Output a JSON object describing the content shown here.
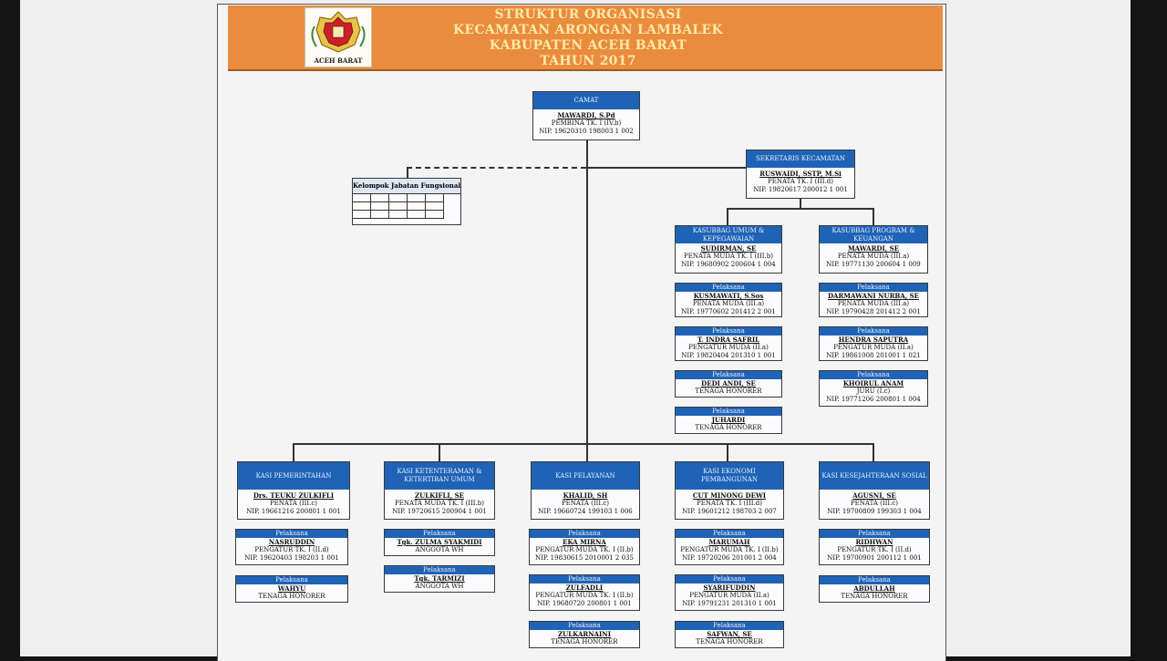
{
  "header": {
    "title_lines": [
      "STRUKTUR ORGANISASI",
      "KECAMATAN ARONGAN LAMBALEK",
      "KABUPATEN ACEH BARAT",
      "TAHUN 2017"
    ],
    "logo_label": "ACEH BARAT",
    "banner_color": "#ea8c3d",
    "box_header_color": "#1f63b6"
  },
  "camat": {
    "title": "CAMAT",
    "name": "MAWARDI, S.Pd",
    "rank": "PEMBINA TK. I (IV.b)",
    "nip": "NIP. 19620310 198003 1 002"
  },
  "fungsional": {
    "title": "Kelompok Jabatan Fungsional"
  },
  "sekretaris": {
    "title": "SEKRETARIS KECAMATAN",
    "name": "RUSWAIDI, SSTP, M.Si",
    "rank": "PENATA TK. I (III.d)",
    "nip": "NIP. 19820617 200012 1 001"
  },
  "kasubbag_umum": {
    "title": "KASUBBAG UMUM & KEPEGAWAIAN",
    "name": "SUDIRMAN, SE",
    "rank": "PENATA MUDA TK. I (III.b)",
    "nip": "NIP. 19680902 200604 1 004"
  },
  "kasubbag_prog": {
    "title": "KASUBBAG PROGRAM & KEUANGAN",
    "name": "MAWARDI, SE",
    "rank": "PENATA MUDA (III.a)",
    "nip": "NIP. 19771130 200604 1 009"
  },
  "umum_staff": [
    {
      "title": "Pelaksana",
      "name": "KUSMAWATI, S.Sos",
      "rank": "PENATA MUDA (III.a)",
      "nip": "NIP. 19770602 201412 2 001"
    },
    {
      "title": "Pelaksana",
      "name": "T. INDRA SAFRIL",
      "rank": "PENGATUR MUDA (II.a)",
      "nip": "NIP. 19820404 201310 1 001"
    },
    {
      "title": "Pelaksana",
      "name": "DEDI ANDI, SE",
      "rank": "TENAGA HONORER",
      "nip": ""
    },
    {
      "title": "Pelaksana",
      "name": "JUHARDI",
      "rank": "TENAGA HONORER",
      "nip": ""
    }
  ],
  "prog_staff": [
    {
      "title": "Pelaksana",
      "name": "DARMAWANI NURBA, SE",
      "rank": "PENATA MUDA (III.a)",
      "nip": "NIP. 19790428 201412 2 001"
    },
    {
      "title": "Pelaksana",
      "name": "HENDRA SAPUTRA",
      "rank": "PENGATUR MUDA (II.a)",
      "nip": "NIP. 19861008 201001 1 021"
    },
    {
      "title": "Pelaksana",
      "name": "KHOIRUL ANAM",
      "rank": "JURU (I.c)",
      "nip": "NIP. 19771206 200801 1 004"
    }
  ],
  "kasi": [
    {
      "title": "KASI PEMERINTAHAN",
      "name": "Drs. TEUKU ZULKIFLI",
      "rank": "PENATA (III.c)",
      "nip": "NIP. 19661216 200801 1 001",
      "staff": [
        {
          "title": "Pelaksana",
          "name": "NASRUDDIN",
          "rank": "PENGATUR TK. I (II.d)",
          "nip": "NIP. 19620403 198203 1 001"
        },
        {
          "title": "Pelaksana",
          "name": "WAHYU",
          "rank": "TENAGA HONORER",
          "nip": ""
        }
      ]
    },
    {
      "title": "KASI KETENTERAMAN & KETERTIBAN UMUM",
      "name": "ZULKIFLI, SE",
      "rank": "PENATA MUDA TK. I (III.b)",
      "nip": "NIP. 19720615 200904 1 001",
      "staff": [
        {
          "title": "Pelaksana",
          "name": "Tgk. ZULMA SYAKMIDI",
          "rank": "ANGGOTA WH",
          "nip": ""
        },
        {
          "title": "Pelaksana",
          "name": "Tgk. TARMIZI",
          "rank": "ANGGOTA WH",
          "nip": ""
        }
      ]
    },
    {
      "title": "KASI PELAYANAN",
      "name": "KHALID, SH",
      "rank": "PENATA (III.c)",
      "nip": "NIP. 19660724 199103 1 006",
      "staff": [
        {
          "title": "Pelaksana",
          "name": "EKA MIRNA",
          "rank": "PENGATUR MUDA TK. I (II.b)",
          "nip": "NIP. 19830615 2010001 2 035"
        },
        {
          "title": "Pelaksana",
          "name": "ZULFADLI",
          "rank": "PENGATUR MUDA TK. I (II.b)",
          "nip": "NIP. 19680720 200801 1 001"
        },
        {
          "title": "Pelaksana",
          "name": "ZULKARNAINI",
          "rank": "TENAGA HONORER",
          "nip": ""
        }
      ]
    },
    {
      "title": "KASI EKONOMI PEMBANGUNAN",
      "name": "CUT MINONG DEWI",
      "rank": "PENATA TK. I (III.d)",
      "nip": "NIP. 19601212 198703 2 007",
      "staff": [
        {
          "title": "Pelaksana",
          "name": "MARUMAH",
          "rank": "PENGATUR MUDA TK. I (II.b)",
          "nip": "NIP. 19720206 201001 2 004"
        },
        {
          "title": "Pelaksana",
          "name": "SYARIFUDDIN",
          "rank": "PENGATUR MUDA (II.a)",
          "nip": "NIP. 19791231 201310 1 001"
        },
        {
          "title": "Pelaksana",
          "name": "SAFWAN, SE",
          "rank": "TENAGA HONORER",
          "nip": ""
        }
      ]
    },
    {
      "title": "KASI KESEJAHTERAAN SOSIAL",
      "name": "AGUSNI, SE",
      "rank": "PENATA (III.c)",
      "nip": "NIP. 19700809 199303 1 004",
      "staff": [
        {
          "title": "Pelaksana",
          "name": "RIDHWAN",
          "rank": "PENGATUR TK. I (II.d)",
          "nip": "NIP. 19700901 200112 1 001"
        },
        {
          "title": "Pelaksana",
          "name": "ABDULLAH",
          "rank": "TENAGA HONORER",
          "nip": ""
        }
      ]
    }
  ]
}
